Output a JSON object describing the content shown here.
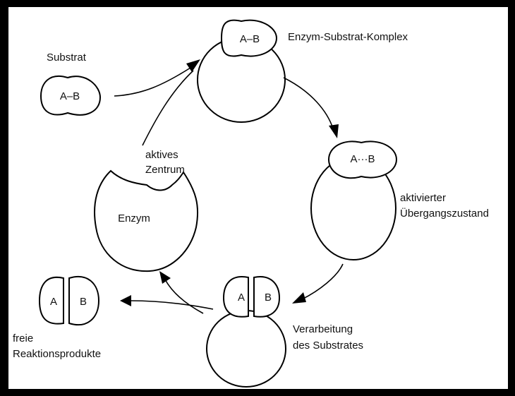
{
  "diagram": {
    "labels": {
      "substrate": "Substrat",
      "enzyme_substrate_complex": "Enzym-Substrat-Komplex",
      "activated_line1": "aktivierter",
      "activated_line2": "Übergangszustand",
      "active_center_line1": "aktives",
      "active_center_line2": "Zentrum",
      "enzyme": "Enzym",
      "processing_line1": "Verarbeitung",
      "processing_line2": "des Substrates",
      "products_line1": "freie",
      "products_line2": "Reaktionsprodukte"
    },
    "molecules": {
      "substrate": "A–B",
      "complex": "A–B",
      "transition": "A···B",
      "processing_a": "A",
      "processing_b": "B",
      "product_a": "A",
      "product_b": "B"
    }
  }
}
